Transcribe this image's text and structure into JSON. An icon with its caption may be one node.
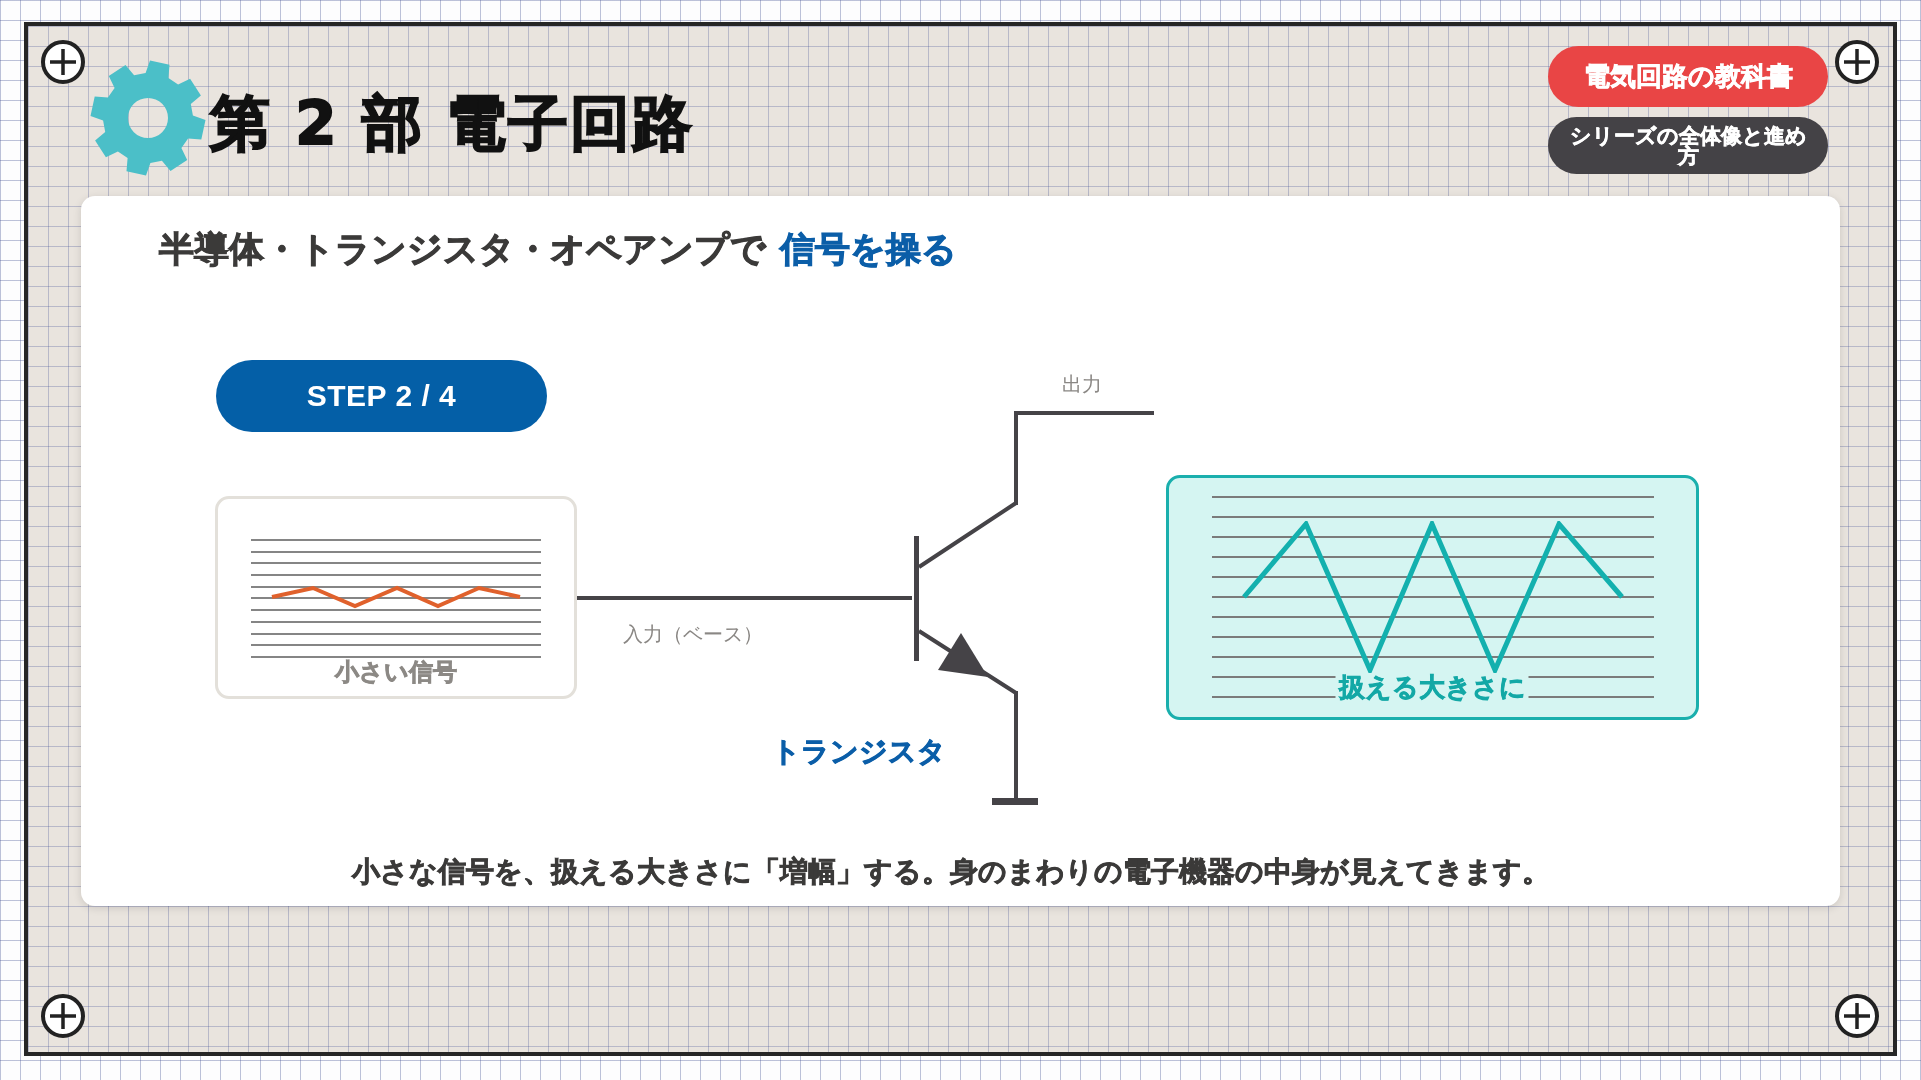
{
  "diagram": {
    "title": "第 2 部 電子回路",
    "nodes": [
      {
        "text": [
          "電気回路の教科書"
        ]
      },
      {
        "text": [
          "シリーズの全体像と進め方"
        ]
      },
      {
        "text": [
          "半導体・トランジスタ・オペアンプで",
          "信号を操る",
          "小さな信号を、扱える大きさに「増幅」する。身のまわりの電子機器の中身が見えてきます。"
        ]
      },
      {
        "text": [
          "STEP 2 / 4"
        ],
        "in": 2
      },
      {
        "text": [
          "小さい信号"
        ],
        "in": 2
      },
      {
        "text": [],
        "shape": "transistor",
        "beside": [
          "トランジスタ"
        ],
        "in": 2
      },
      {
        "text": [],
        "shape": "bar",
        "in": 2
      },
      {
        "text": [
          "扱える大きさに"
        ],
        "in": 2
      }
    ],
    "edges": [
      {
        "from": 4,
        "to": 5,
        "arrow": "none",
        "label": "入力（ベース）"
      },
      {
        "from": 5,
        "to": null,
        "arrow": "none",
        "label": "出力"
      },
      {
        "from": 5,
        "to": 6,
        "arrow": "none"
      }
    ]
  }
}
